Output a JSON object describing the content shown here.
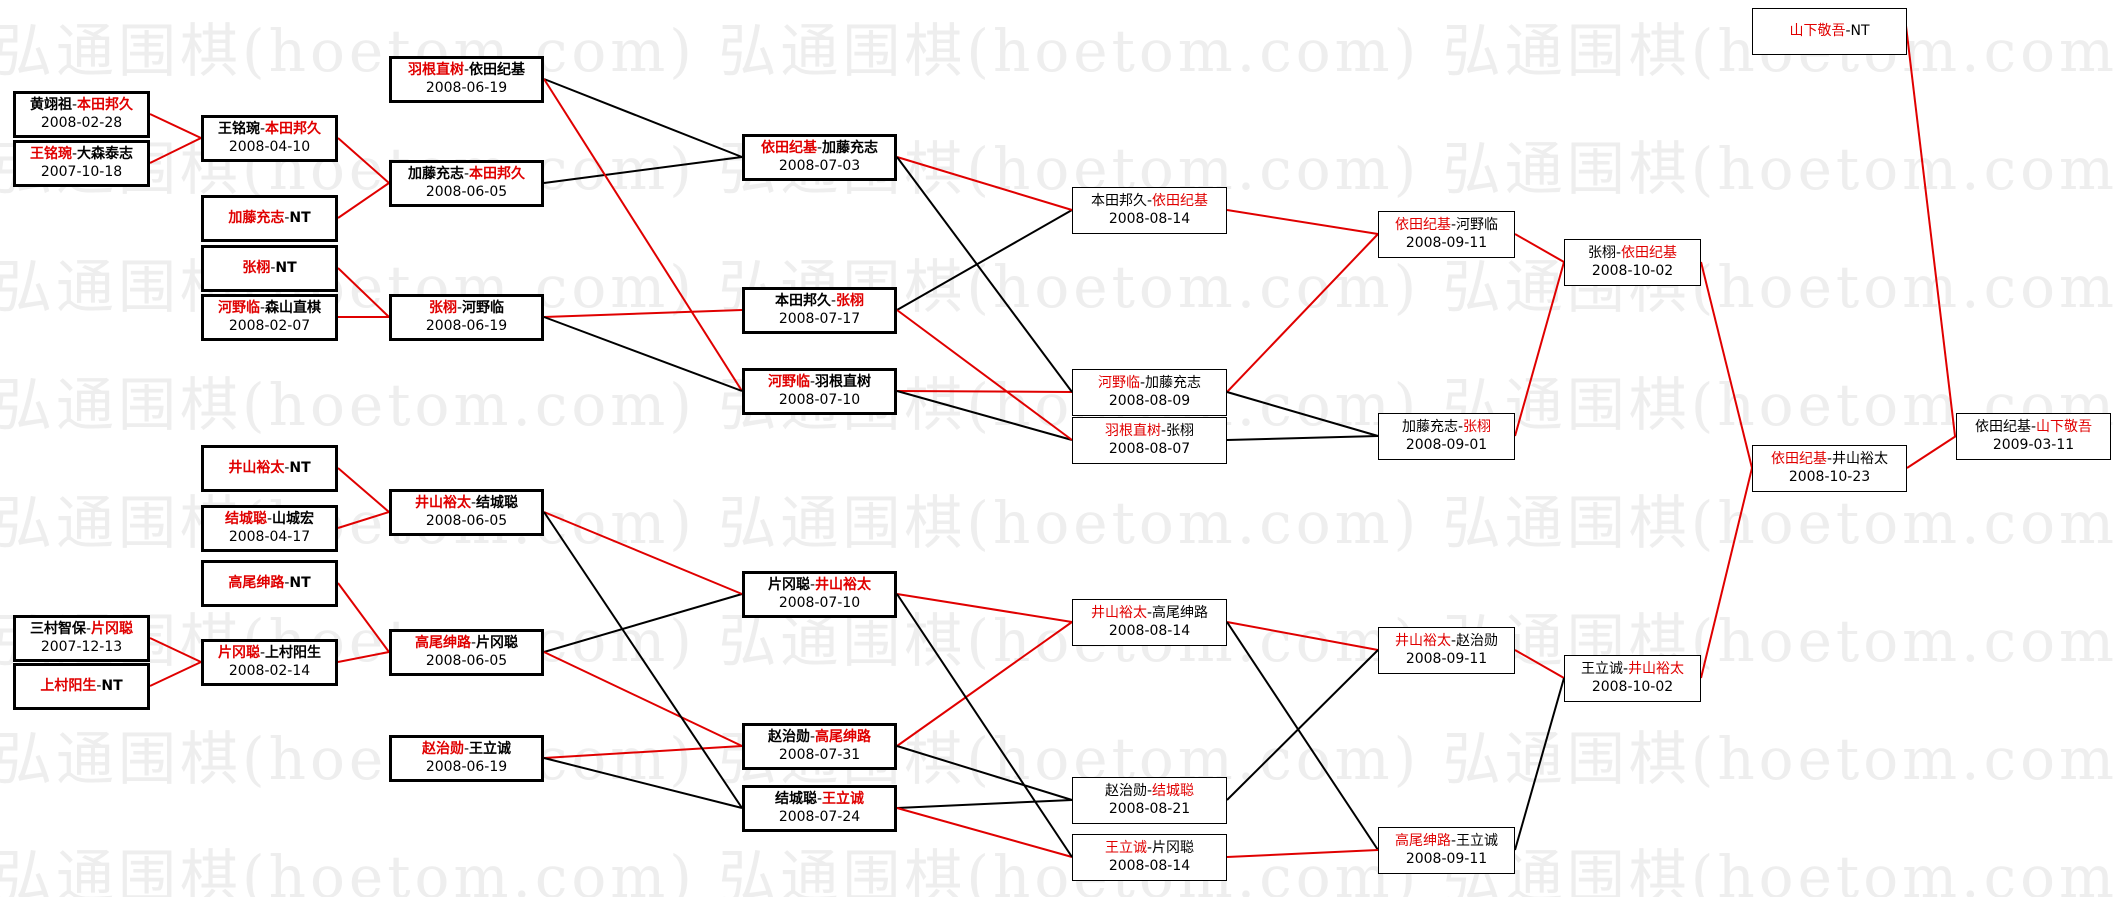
{
  "watermark": {
    "text": "弘通围棋(hoetom.com) 弘通围棋(hoetom.com) 弘通围棋(hoetom.com) 弘通围棋(hoetom.com) 弘通围棋(hoetom.com)"
  },
  "colors": {
    "winner": "#e00000",
    "loser": "#000000"
  },
  "nodes": [
    {
      "id": "n1",
      "p1": "黄翊祖",
      "p2": "本田邦久",
      "winner": 2,
      "date": "2008-02-28"
    },
    {
      "id": "n2",
      "p1": "王铭琬",
      "p2": "大森泰志",
      "winner": 1,
      "date": "2007-10-18"
    },
    {
      "id": "n3",
      "p1": "三村智保",
      "p2": "片冈聪",
      "winner": 2,
      "date": "2007-12-13"
    },
    {
      "id": "n4",
      "p1": "上村阳生",
      "p2": "NT",
      "winner": 1,
      "date": ""
    },
    {
      "id": "n5",
      "p1": "王铭琬",
      "p2": "本田邦久",
      "winner": 2,
      "date": "2008-04-10"
    },
    {
      "id": "n6",
      "p1": "加藤充志",
      "p2": "NT",
      "winner": 1,
      "date": ""
    },
    {
      "id": "n7",
      "p1": "张栩",
      "p2": "NT",
      "winner": 1,
      "date": ""
    },
    {
      "id": "n8",
      "p1": "河野临",
      "p2": "森山直棋",
      "winner": 1,
      "date": "2008-02-07"
    },
    {
      "id": "n9",
      "p1": "井山裕太",
      "p2": "NT",
      "winner": 1,
      "date": ""
    },
    {
      "id": "n10",
      "p1": "结城聪",
      "p2": "山城宏",
      "winner": 1,
      "date": "2008-04-17"
    },
    {
      "id": "n11",
      "p1": "高尾绅路",
      "p2": "NT",
      "winner": 1,
      "date": ""
    },
    {
      "id": "n12",
      "p1": "片冈聪",
      "p2": "上村阳生",
      "winner": 1,
      "date": "2008-02-14"
    },
    {
      "id": "n13",
      "p1": "羽根直树",
      "p2": "依田纪基",
      "winner": 1,
      "date": "2008-06-19"
    },
    {
      "id": "n14",
      "p1": "加藤充志",
      "p2": "本田邦久",
      "winner": 2,
      "date": "2008-06-05"
    },
    {
      "id": "n15",
      "p1": "张栩",
      "p2": "河野临",
      "winner": 1,
      "date": "2008-06-19"
    },
    {
      "id": "n16",
      "p1": "井山裕太",
      "p2": "结城聪",
      "winner": 1,
      "date": "2008-06-05"
    },
    {
      "id": "n17",
      "p1": "高尾绅路",
      "p2": "片冈聪",
      "winner": 1,
      "date": "2008-06-05"
    },
    {
      "id": "n18",
      "p1": "赵治勋",
      "p2": "王立诚",
      "winner": 1,
      "date": "2008-06-19"
    },
    {
      "id": "n19",
      "p1": "依田纪基",
      "p2": "加藤充志",
      "winner": 1,
      "date": "2008-07-03"
    },
    {
      "id": "n20",
      "p1": "本田邦久",
      "p2": "张栩",
      "winner": 2,
      "date": "2008-07-17"
    },
    {
      "id": "n21",
      "p1": "河野临",
      "p2": "羽根直树",
      "winner": 1,
      "date": "2008-07-10"
    },
    {
      "id": "n22",
      "p1": "片冈聪",
      "p2": "井山裕太",
      "winner": 2,
      "date": "2008-07-10"
    },
    {
      "id": "n23",
      "p1": "赵治勋",
      "p2": "高尾绅路",
      "winner": 2,
      "date": "2008-07-31"
    },
    {
      "id": "n24",
      "p1": "结城聪",
      "p2": "王立诚",
      "winner": 2,
      "date": "2008-07-24"
    },
    {
      "id": "n25",
      "p1": "本田邦久",
      "p2": "依田纪基",
      "winner": 2,
      "date": "2008-08-14"
    },
    {
      "id": "n26",
      "p1": "河野临",
      "p2": "加藤充志",
      "winner": 1,
      "date": "2008-08-09"
    },
    {
      "id": "n27",
      "p1": "羽根直树",
      "p2": "张栩",
      "winner": 1,
      "date": "2008-08-07"
    },
    {
      "id": "n28",
      "p1": "井山裕太",
      "p2": "高尾绅路",
      "winner": 1,
      "date": "2008-08-14"
    },
    {
      "id": "n29",
      "p1": "赵治勋",
      "p2": "结城聪",
      "winner": 2,
      "date": "2008-08-21"
    },
    {
      "id": "n30",
      "p1": "王立诚",
      "p2": "片冈聪",
      "winner": 1,
      "date": "2008-08-14"
    },
    {
      "id": "n31",
      "p1": "依田纪基",
      "p2": "河野临",
      "winner": 1,
      "date": "2008-09-11"
    },
    {
      "id": "n32",
      "p1": "加藤充志",
      "p2": "张栩",
      "winner": 2,
      "date": "2008-09-01"
    },
    {
      "id": "n33",
      "p1": "井山裕太",
      "p2": "赵治勋",
      "winner": 1,
      "date": "2008-09-11"
    },
    {
      "id": "n34",
      "p1": "高尾绅路",
      "p2": "王立诚",
      "winner": 1,
      "date": "2008-09-11"
    },
    {
      "id": "n35",
      "p1": "张栩",
      "p2": "依田纪基",
      "winner": 2,
      "date": "2008-10-02"
    },
    {
      "id": "n36",
      "p1": "王立诚",
      "p2": "井山裕太",
      "winner": 2,
      "date": "2008-10-02"
    },
    {
      "id": "n37",
      "p1": "依田纪基",
      "p2": "井山裕太",
      "winner": 1,
      "date": "2008-10-23"
    },
    {
      "id": "n38",
      "p1": "山下敬吾",
      "p2": "NT",
      "winner": 1,
      "date": ""
    },
    {
      "id": "n39",
      "p1": "依田纪基",
      "p2": "山下敬吾",
      "winner": 2,
      "date": "2009-03-11"
    }
  ],
  "edges": [
    {
      "from": "n1",
      "to": "n5",
      "win": true
    },
    {
      "from": "n2",
      "to": "n5",
      "win": true
    },
    {
      "from": "n3",
      "to": "n12",
      "win": true
    },
    {
      "from": "n4",
      "to": "n12",
      "win": true
    },
    {
      "from": "n5",
      "to": "n14",
      "win": true
    },
    {
      "from": "n6",
      "to": "n14",
      "win": true
    },
    {
      "from": "n7",
      "to": "n15",
      "win": true
    },
    {
      "from": "n8",
      "to": "n15",
      "win": true
    },
    {
      "from": "n9",
      "to": "n16",
      "win": true
    },
    {
      "from": "n10",
      "to": "n16",
      "win": true
    },
    {
      "from": "n11",
      "to": "n17",
      "win": true
    },
    {
      "from": "n12",
      "to": "n17",
      "win": true
    },
    {
      "from": "n13",
      "to": "n19",
      "win": false
    },
    {
      "from": "n14",
      "to": "n19",
      "win": false
    },
    {
      "from": "n15",
      "to": "n20",
      "win": true
    },
    {
      "from": "n13",
      "to": "n21",
      "win": true
    },
    {
      "from": "n15",
      "to": "n21",
      "win": false
    },
    {
      "from": "n17",
      "to": "n22",
      "win": false
    },
    {
      "from": "n16",
      "to": "n22",
      "win": true
    },
    {
      "from": "n18",
      "to": "n23",
      "win": true
    },
    {
      "from": "n17",
      "to": "n23",
      "win": true
    },
    {
      "from": "n16",
      "to": "n24",
      "win": false
    },
    {
      "from": "n18",
      "to": "n24",
      "win": false
    },
    {
      "from": "n20",
      "to": "n25",
      "win": false
    },
    {
      "from": "n19",
      "to": "n25",
      "win": true
    },
    {
      "from": "n21",
      "to": "n26",
      "win": true
    },
    {
      "from": "n19",
      "to": "n26",
      "win": false
    },
    {
      "from": "n21",
      "to": "n27",
      "win": false
    },
    {
      "from": "n20",
      "to": "n27",
      "win": true
    },
    {
      "from": "n22",
      "to": "n28",
      "win": true
    },
    {
      "from": "n23",
      "to": "n28",
      "win": true
    },
    {
      "from": "n23",
      "to": "n29",
      "win": false
    },
    {
      "from": "n24",
      "to": "n29",
      "win": false
    },
    {
      "from": "n24",
      "to": "n30",
      "win": true
    },
    {
      "from": "n22",
      "to": "n30",
      "win": false
    },
    {
      "from": "n25",
      "to": "n31",
      "win": true
    },
    {
      "from": "n26",
      "to": "n31",
      "win": true
    },
    {
      "from": "n26",
      "to": "n32",
      "win": false
    },
    {
      "from": "n27",
      "to": "n32",
      "win": false
    },
    {
      "from": "n28",
      "to": "n33",
      "win": true
    },
    {
      "from": "n29",
      "to": "n33",
      "win": false
    },
    {
      "from": "n28",
      "to": "n34",
      "win": false
    },
    {
      "from": "n30",
      "to": "n34",
      "win": true
    },
    {
      "from": "n31",
      "to": "n35",
      "win": true
    },
    {
      "from": "n32",
      "to": "n35",
      "win": true
    },
    {
      "from": "n33",
      "to": "n36",
      "win": true
    },
    {
      "from": "n34",
      "to": "n36",
      "win": false
    },
    {
      "from": "n35",
      "to": "n37",
      "win": true
    },
    {
      "from": "n36",
      "to": "n37",
      "win": true
    },
    {
      "from": "n37",
      "to": "n39",
      "win": true
    },
    {
      "from": "n38",
      "to": "n39",
      "win": true
    }
  ]
}
